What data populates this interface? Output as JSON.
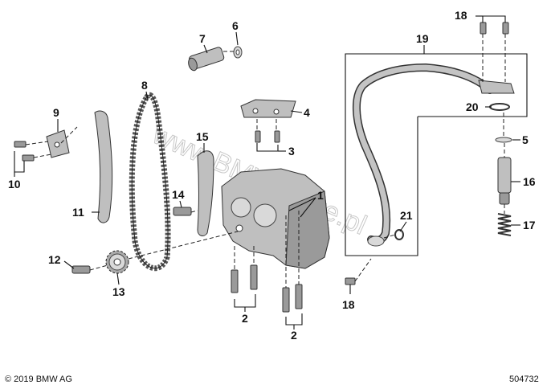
{
  "callouts": [
    "1",
    "2",
    "2",
    "3",
    "4",
    "5",
    "6",
    "7",
    "8",
    "9",
    "10",
    "11",
    "12",
    "13",
    "14",
    "15",
    "16",
    "17",
    "18",
    "18",
    "19",
    "20",
    "21"
  ],
  "footer": {
    "copyright": "© 2019 BMW AG",
    "diagram_number": "504732"
  },
  "watermark": "www.BMW-store.pl",
  "colors": {
    "part_fill": "#bfbfbf",
    "part_dark": "#9a9a9a",
    "line": "#111111"
  }
}
